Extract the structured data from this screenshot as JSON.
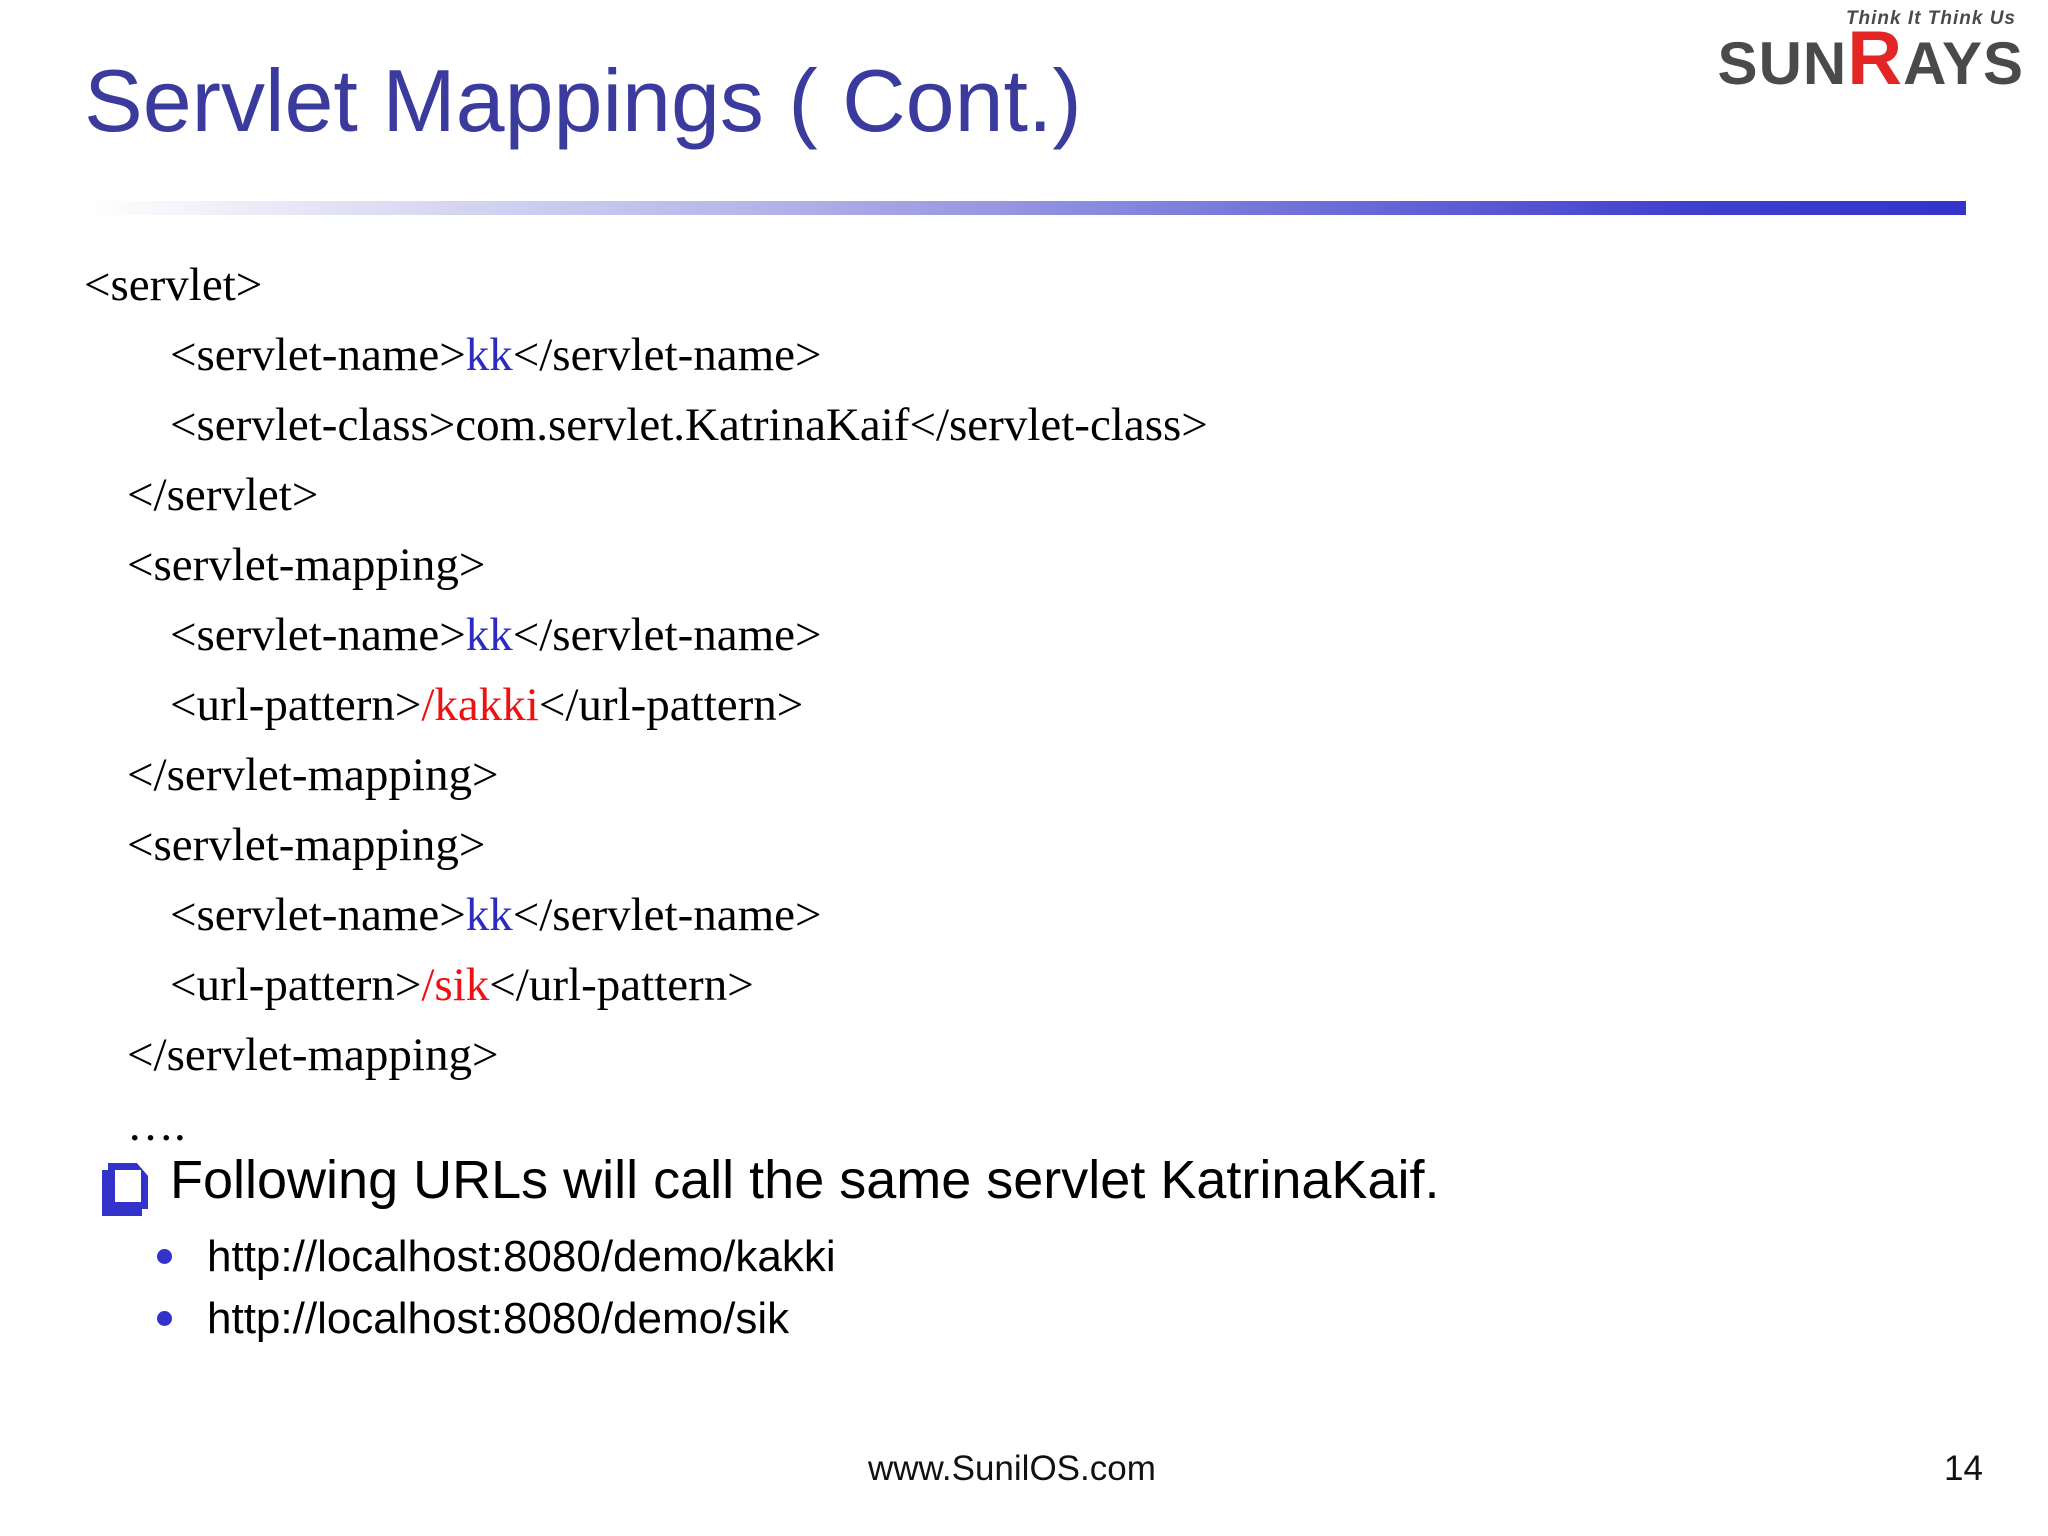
{
  "title": "Servlet Mappings ( Cont.)",
  "logo": {
    "tagline": "Think It Think Us",
    "brand_pre": "SUN",
    "brand_accent": "R",
    "brand_post": "AYS"
  },
  "code": {
    "lines": [
      {
        "ind": 0,
        "parts": [
          {
            "c": "k",
            "t": "<servlet>"
          }
        ]
      },
      {
        "ind": 2,
        "parts": [
          {
            "c": "k",
            "t": "<servlet-name>"
          },
          {
            "c": "b",
            "t": "kk"
          },
          {
            "c": "k",
            "t": "</servlet-name>"
          }
        ]
      },
      {
        "ind": 2,
        "parts": [
          {
            "c": "k",
            "t": "<servlet-class>com.servlet.KatrinaKaif</servlet-class>"
          }
        ]
      },
      {
        "ind": 1,
        "parts": [
          {
            "c": "k",
            "t": "</servlet>"
          }
        ]
      },
      {
        "ind": 1,
        "parts": [
          {
            "c": "k",
            "t": "<servlet-mapping>"
          }
        ]
      },
      {
        "ind": 2,
        "parts": [
          {
            "c": "k",
            "t": "<servlet-name>"
          },
          {
            "c": "b",
            "t": "kk"
          },
          {
            "c": "k",
            "t": "</servlet-name>"
          }
        ]
      },
      {
        "ind": 2,
        "parts": [
          {
            "c": "k",
            "t": "<url-pattern>"
          },
          {
            "c": "r",
            "t": "/kakki"
          },
          {
            "c": "k",
            "t": "</url-pattern>"
          }
        ]
      },
      {
        "ind": 1,
        "parts": [
          {
            "c": "k",
            "t": "</servlet-mapping>"
          }
        ]
      },
      {
        "ind": 1,
        "parts": [
          {
            "c": "k",
            "t": "<servlet-mapping>"
          }
        ]
      },
      {
        "ind": 2,
        "parts": [
          {
            "c": "k",
            "t": "<servlet-name>"
          },
          {
            "c": "b",
            "t": "kk"
          },
          {
            "c": "k",
            "t": "</servlet-name>"
          }
        ]
      },
      {
        "ind": 2,
        "parts": [
          {
            "c": "k",
            "t": "<url-pattern>"
          },
          {
            "c": "r",
            "t": "/sik"
          },
          {
            "c": "k",
            "t": "</url-pattern>"
          }
        ]
      },
      {
        "ind": 1,
        "parts": [
          {
            "c": "k",
            "t": "</servlet-mapping>"
          }
        ]
      },
      {
        "ind": 1,
        "parts": [
          {
            "c": "k",
            "t": "…."
          }
        ]
      }
    ]
  },
  "bullet_text": "Following URLs will call the same servlet KatrinaKaif.",
  "sub_bullets": [
    "http://localhost:8080/demo/kakki",
    "http://localhost:8080/demo/sik"
  ],
  "footer": {
    "site": "www.SunilOS.com",
    "page": "14"
  },
  "palette": {
    "title_blue": "#3B3B9D",
    "code_blue": "#2B2BC0",
    "code_red": "#EE1111",
    "accent_blue": "#3333CC",
    "logo_red": "#E32525",
    "logo_gray": "#4A4A4A"
  }
}
